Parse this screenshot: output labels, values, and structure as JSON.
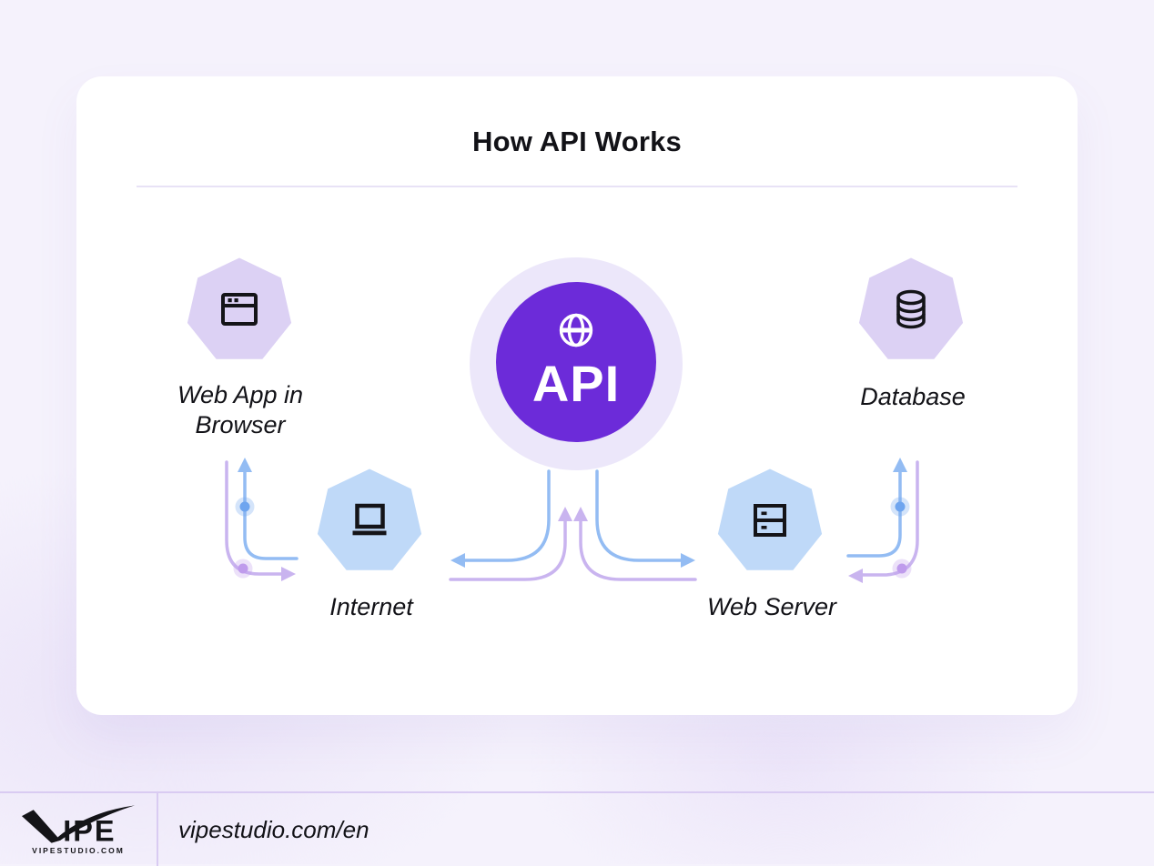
{
  "title": "How API Works",
  "diagram": {
    "api_label": "API",
    "api_icon": "globe-icon",
    "nodes": [
      {
        "id": "web-app",
        "label": "Web App in Browser",
        "icon": "browser-window-icon",
        "shape": "heptagon",
        "color_key": "node_purple"
      },
      {
        "id": "internet",
        "label": "Internet",
        "icon": "laptop-icon",
        "shape": "heptagon",
        "color_key": "node_blue"
      },
      {
        "id": "web-server",
        "label": "Web Server",
        "icon": "server-icon",
        "shape": "heptagon",
        "color_key": "node_blue"
      },
      {
        "id": "database",
        "label": "Database",
        "icon": "database-icon",
        "shape": "heptagon",
        "color_key": "node_purple"
      }
    ],
    "connections": [
      {
        "from": "internet",
        "to": "web-app",
        "color": "blue"
      },
      {
        "from": "web-app",
        "to": "internet",
        "color": "purple"
      },
      {
        "from": "api",
        "to": "internet",
        "color": "blue"
      },
      {
        "from": "api",
        "to": "web-server",
        "color": "blue"
      },
      {
        "from": "internet",
        "to": "api",
        "color": "purple"
      },
      {
        "from": "web-server",
        "to": "api",
        "color": "purple"
      },
      {
        "from": "web-server",
        "to": "database",
        "color": "blue"
      },
      {
        "from": "database",
        "to": "web-server",
        "color": "purple"
      }
    ]
  },
  "colors": {
    "background": "#F5F2FC",
    "card": "#FFFFFF",
    "accent_purple": "#6C2BD9",
    "api_halo": "#ECE7FA",
    "node_purple": "#DCD1F4",
    "node_blue": "#BFD9F8",
    "arrow_blue": "#93BCF3",
    "arrow_purple": "#C9B4EF",
    "dot_blue": "#6FA5EF",
    "dot_purple": "#BF9BEC",
    "divider": "#E8E2F6",
    "footer_line": "#D9CBF2",
    "text_dark": "#121217"
  },
  "footer": {
    "logo": "VIPE",
    "logo_letters": "IPE",
    "logo_tagline": "VIPESTUDIO.COM",
    "site_url": "vipestudio.com/en"
  }
}
